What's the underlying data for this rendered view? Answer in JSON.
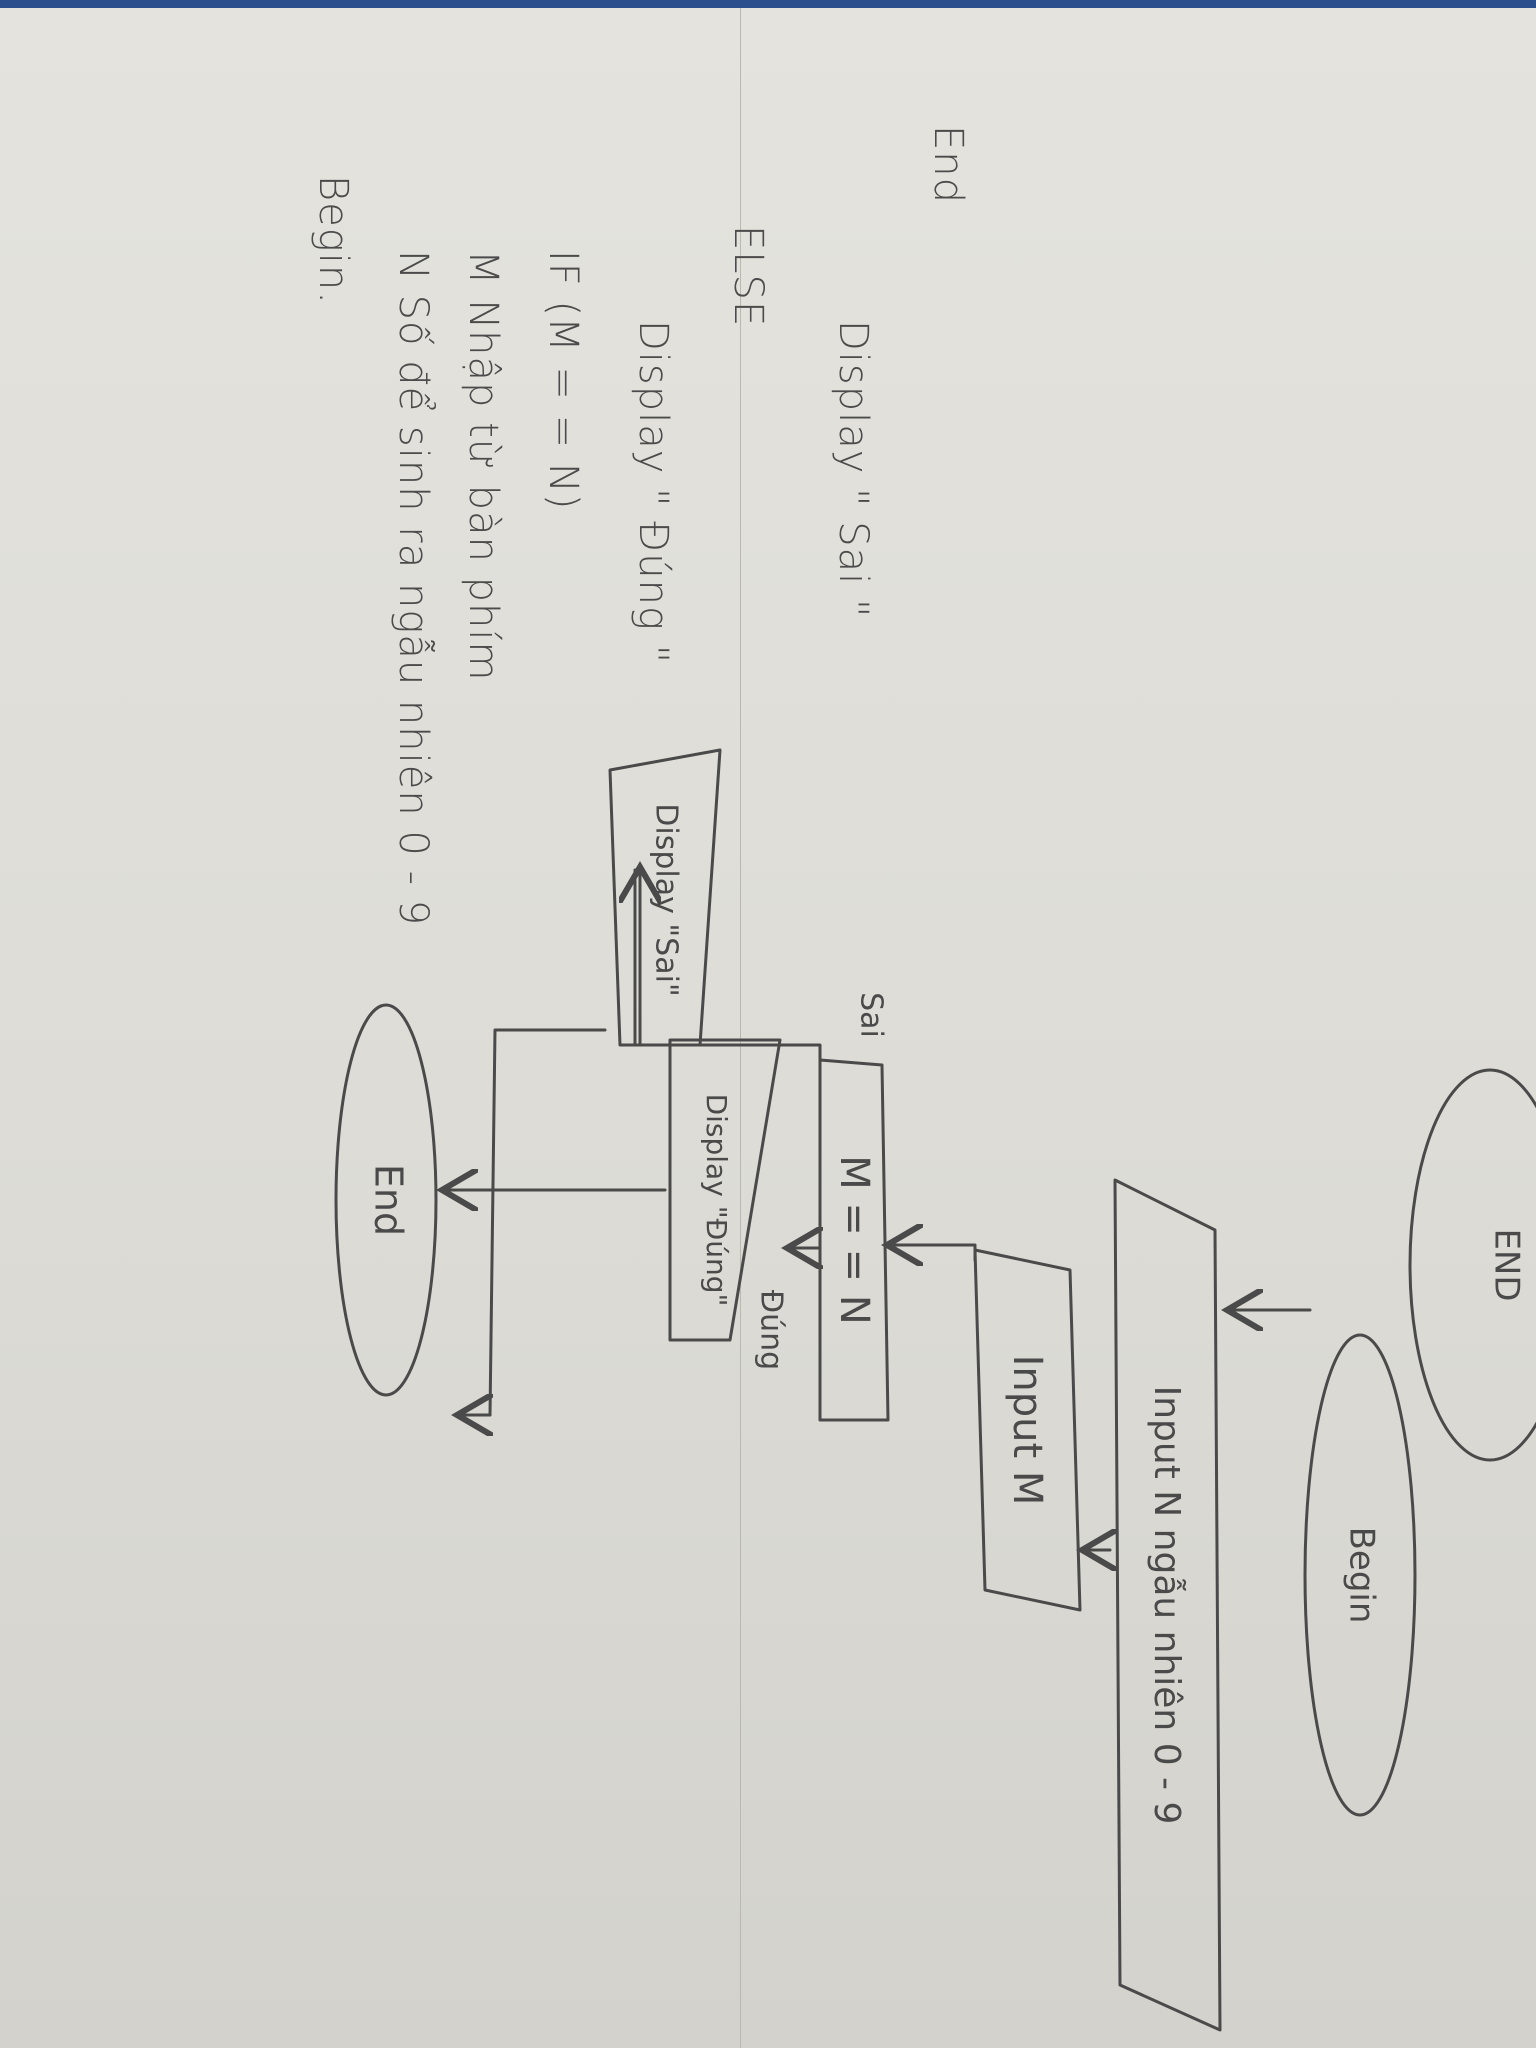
{
  "pseudocode": {
    "begin": "Begin.",
    "line1": "N  Số để sinh ra ngẫu nhiên 0 - 9",
    "line2": "M   Nhập từ bàn phím",
    "line3": "IF (M = = N)",
    "line4": "Display  \" Đúng \"",
    "line5": "ELSE",
    "line6": "Display  \" Sai \"",
    "end": "End"
  },
  "flowchart": {
    "begin": "Begin",
    "input_n": "Input N ngẫu nhiên 0 - 9",
    "input_m": "Input M",
    "decision": "M = = N",
    "yes_label": "Đúng",
    "no_label": "Sai",
    "display_dung": "Display \"Đúng\"",
    "display_sai": "Display \"Sai\"",
    "end": "End"
  },
  "top_margin_text": "END",
  "colors": {
    "ink": "#4a4a4a",
    "paper": "#e0dfd9",
    "desk": "#2b4f8c"
  }
}
